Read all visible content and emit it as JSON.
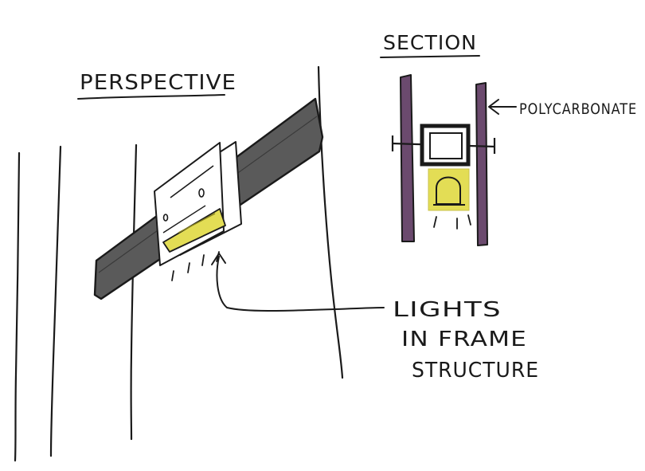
{
  "labels": {
    "perspective": "PERSPECTIVE",
    "section": "SECTION",
    "polycarbonate": "POLYCARBONATE",
    "lights_line1": "LIGHTS",
    "lights_line2": "IN FRAME",
    "lights_line3": "STRUCTURE"
  },
  "colors": {
    "ink": "#1a1a1a",
    "beam": "#5a5a5a",
    "light": "#e3dd55",
    "polycarbonate": "#6b4a6e"
  }
}
